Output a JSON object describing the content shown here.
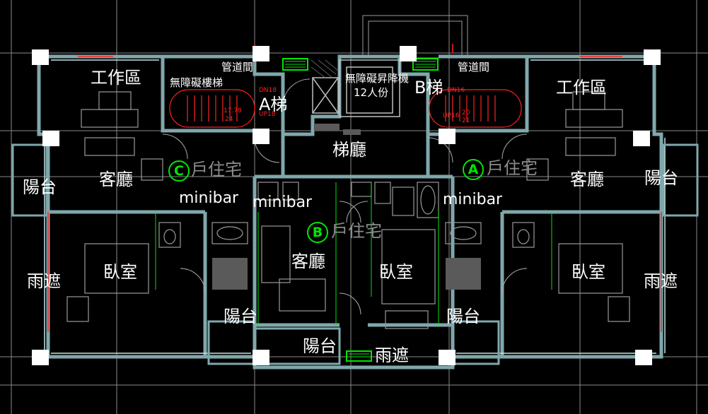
{
  "labels": {
    "work_left": "工作區",
    "work_right": "工作區",
    "pipe_left": "管道間",
    "pipe_right": "管道間",
    "stair_a_label": "無障礙樓梯",
    "elevator_label": "無障礙昇降機",
    "elevator_capacity": "12人份",
    "a_ladder": "A梯",
    "b_ladder": "B梯",
    "lobby": "梯廳",
    "living_left": "客廳",
    "living_right": "客廳",
    "living_center": "客廳",
    "minibar_left": "minibar",
    "minibar_center": "minibar",
    "minibar_right": "minibar",
    "unit_c": "戶住宅",
    "unit_a": "戶住宅",
    "unit_b": "戶住宅",
    "balcony_left": "陽台",
    "balcony_right": "陽台",
    "balcony_center_left": "陽台",
    "balcony_center_right": "陽台",
    "balcony_bottom": "陽台",
    "bedroom_left": "臥室",
    "bedroom_center": "臥室",
    "bedroom_right": "臥室",
    "rainshade_left": "雨遮",
    "rainshade_right": "雨遮",
    "rainshade_bottom": "雨遮",
    "circle_c": "C",
    "circle_a": "A",
    "circle_b": "B",
    "stair_left_dn": "DN18",
    "stair_left_up": "UP18",
    "stair_left_dim": "17.78",
    "stair_left_dim2": "24",
    "stair_right_dn": "DN16",
    "stair_right_up": "UP16",
    "stair_right_dim": "20",
    "stair_right_dim2": "21"
  },
  "colors": {
    "wall": "#7fa8ac",
    "wall_fill": "#c7e3e6",
    "red_line": "#ff2222",
    "green": "#00e600",
    "grid": "#8a8a8a",
    "furniture": "#9a9a9a",
    "dark_furniture": "#5a5a5a"
  }
}
